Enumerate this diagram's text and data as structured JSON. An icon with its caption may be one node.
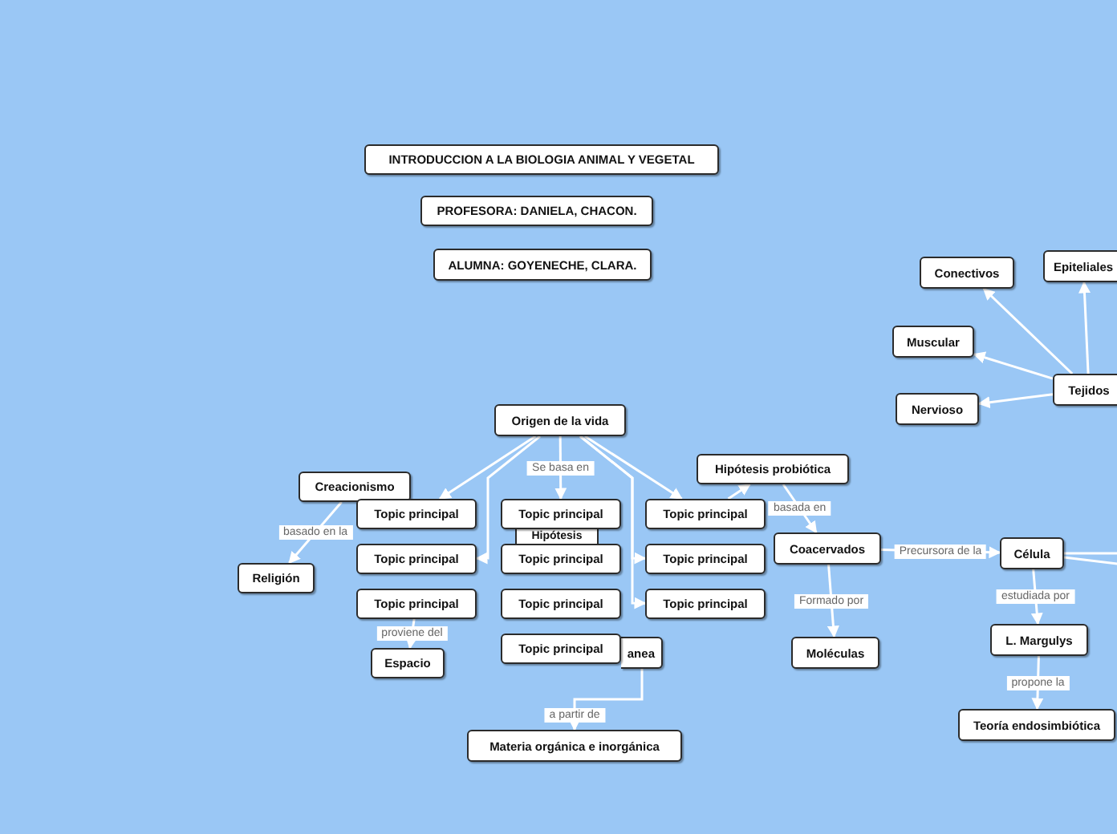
{
  "diagram": {
    "nodes": [
      {
        "text": [
          "INTRODUCCION A LA BIOLOGIA ANIMAL Y VEGETAL"
        ]
      },
      {
        "text": [
          "PROFESORA: DANIELA, CHACON."
        ]
      },
      {
        "text": [
          "ALUMNA: GOYENECHE, CLARA."
        ]
      },
      {
        "text": [
          "Origen de la vida"
        ]
      },
      {
        "text": [
          "Creacionismo"
        ]
      },
      {
        "text": [
          "Religión"
        ]
      },
      {
        "text": [
          "Espacio"
        ]
      },
      {
        "text": [
          "Hipótesis"
        ]
      },
      {
        "text": [
          "anea"
        ]
      },
      {
        "text": [
          "Materia orgánica e inorgánica"
        ]
      },
      {
        "text": [
          "Hipótesis probiótica"
        ]
      },
      {
        "text": [
          "Coacervados"
        ]
      },
      {
        "text": [
          "Moléculas"
        ]
      },
      {
        "text": [
          "Célula"
        ]
      },
      {
        "text": [
          "L. Margulys"
        ]
      },
      {
        "text": [
          "Teoría endosimbiótica"
        ]
      },
      {
        "text": [
          "Conectivos"
        ]
      },
      {
        "text": [
          "Epiteliales"
        ]
      },
      {
        "text": [
          "Muscular"
        ]
      },
      {
        "text": [
          "Tejidos"
        ]
      },
      {
        "text": [
          "Nervioso"
        ]
      },
      {
        "text": [
          "Topic principal"
        ]
      },
      {
        "text": [
          "Topic principal"
        ]
      },
      {
        "text": [
          "Topic principal"
        ]
      },
      {
        "text": [
          "Topic principal"
        ]
      },
      {
        "text": [
          "Topic principal"
        ]
      },
      {
        "text": [
          "Topic principal"
        ]
      },
      {
        "text": [
          "Topic principal"
        ]
      },
      {
        "text": [
          "Topic principal"
        ]
      },
      {
        "text": [
          "Topic principal"
        ]
      },
      {
        "text": [
          "Topic principal"
        ]
      }
    ],
    "edges": [
      {
        "from": 3,
        "to": 21,
        "arrow": "to"
      },
      {
        "from": 3,
        "to": 24,
        "arrow": "to"
      },
      {
        "from": 3,
        "to": 22,
        "label": "Se basa en",
        "arrow": "to"
      },
      {
        "from": 3,
        "to": 23,
        "arrow": "to"
      },
      {
        "from": 3,
        "to": 26,
        "arrow": "to"
      },
      {
        "from": 3,
        "to": 29,
        "arrow": "to"
      },
      {
        "from": 23,
        "to": 10,
        "arrow": "to"
      },
      {
        "from": 4,
        "to": 5,
        "label": "basado en la",
        "arrow": "to"
      },
      {
        "from": 27,
        "to": 6,
        "label": "proviene del",
        "arrow": "to"
      },
      {
        "from": 8,
        "to": 9,
        "label": "a partir de",
        "arrow": "to"
      },
      {
        "from": 10,
        "to": 11,
        "label": "basada en",
        "arrow": "to"
      },
      {
        "from": 11,
        "to": 12,
        "label": "Formado por",
        "arrow": "to"
      },
      {
        "from": 11,
        "to": 13,
        "label": "Precursora de la",
        "arrow": "to"
      },
      {
        "from": 13,
        "to": 14,
        "label": "estudiada por",
        "arrow": "to"
      },
      {
        "from": 14,
        "to": 15,
        "label": "propone la",
        "arrow": "to"
      },
      {
        "from": 19,
        "to": 16,
        "arrow": "to"
      },
      {
        "from": 19,
        "to": 17,
        "arrow": "to"
      },
      {
        "from": 19,
        "to": 18,
        "arrow": "to"
      },
      {
        "from": 19,
        "to": 20,
        "arrow": "to"
      },
      {
        "from": 13,
        "to": null,
        "arrow": "none"
      },
      {
        "from": 13,
        "to": null,
        "arrow": "none"
      }
    ]
  }
}
